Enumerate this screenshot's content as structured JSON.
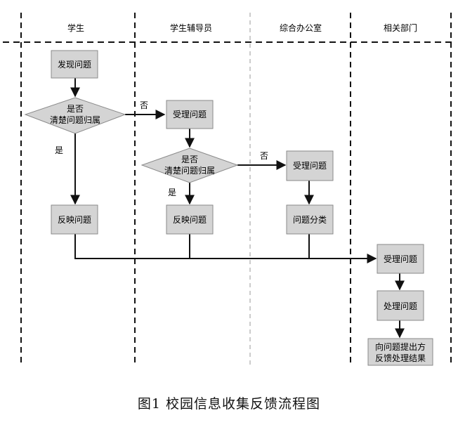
{
  "lanes": {
    "student": "学生",
    "counselor": "学生辅导员",
    "office": "综合办公室",
    "dept": "相关部门"
  },
  "nodes": {
    "find": "发现问题",
    "decision1_line1": "是否",
    "decision1_line2": "清楚问题归属",
    "accept1": "受理问题",
    "decision2_line1": "是否",
    "decision2_line2": "清楚问题归属",
    "accept2": "受理问题",
    "report1": "反映问题",
    "report2": "反映问题",
    "classify": "问题分类",
    "accept3": "受理问题",
    "handle": "处理问题",
    "feedback_line1": "向问题提出方",
    "feedback_line2": "反馈处理结果"
  },
  "labels": {
    "no1": "否",
    "yes1": "是",
    "no2": "否",
    "yes2": "是"
  },
  "caption": "图1 校园信息收集反馈流程图",
  "colors": {
    "box_fill": "#d4d4d4",
    "box_stroke": "#8a8a8a",
    "line": "#111111",
    "lane_line_light": "#9a9a9a"
  }
}
